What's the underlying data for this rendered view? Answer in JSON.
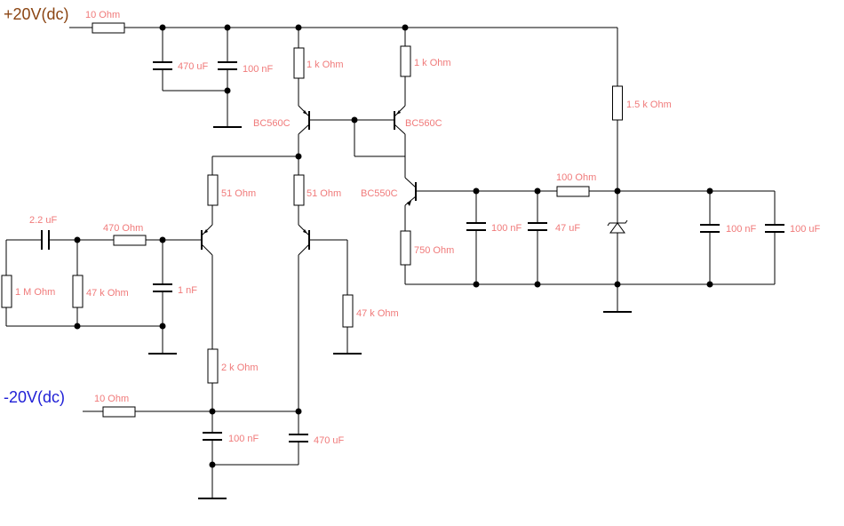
{
  "rails": {
    "positive": {
      "label": "+20V(dc)",
      "color": "#8b4513"
    },
    "negative": {
      "label": "-20V(dc)",
      "color": "#1f1fd6"
    }
  },
  "label_color": "#f07a7a",
  "resistors": {
    "r_in_pos": "10  Ohm",
    "r_c_q3": "1 k Ohm",
    "r_c_q4": "1 k Ohm",
    "r_zener": "1.5 k Ohm",
    "r_e_q1": "51  Ohm",
    "r_e_q2": "51  Ohm",
    "r_series_in": "470  Ohm",
    "r_bias_in": "1 M Ohm",
    "r_base_q1": "47 k Ohm",
    "r_base_q2": "47 k Ohm",
    "r_tail": "2 k Ohm",
    "r_in_neg": "10  Ohm",
    "r_e_q5": "750  Ohm",
    "r_out": "100  Ohm"
  },
  "capacitors": {
    "c_pos_bulk": "470 uF",
    "c_pos_dec": "100 nF",
    "c_in": "2.2 uF",
    "c_in_shunt": "1 nF",
    "c_neg_dec": "100 nF",
    "c_neg_bulk": "470 uF",
    "c_q5_a": "100 nF",
    "c_q5_b": "47 uF",
    "c_out_a": "100 nF",
    "c_out_b": "100 uF"
  },
  "transistors": {
    "q3": "BC560C",
    "q4": "BC560C",
    "q5": "BC550C"
  }
}
